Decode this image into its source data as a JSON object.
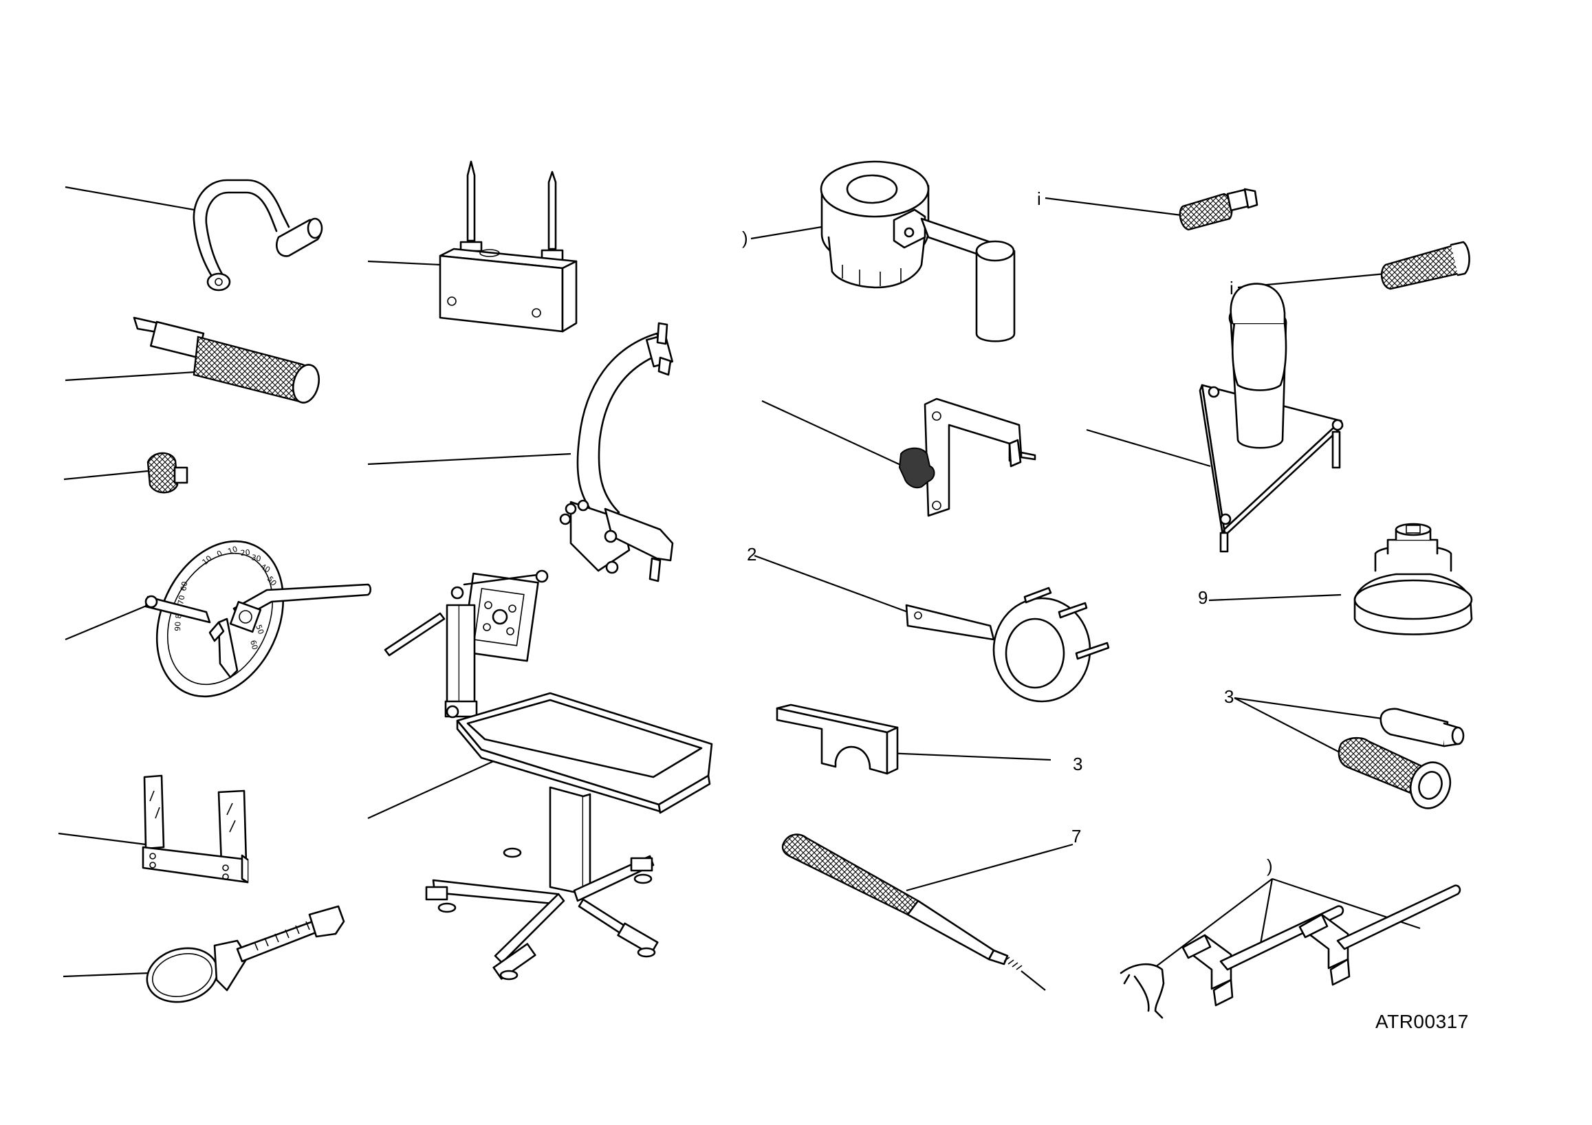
{
  "figure": {
    "code": "ATR00317",
    "callouts": [
      ")",
      "i",
      "i",
      "2",
      "9",
      "3",
      "3",
      "7",
      ")"
    ],
    "dial_labels": [
      "10",
      "0",
      "10",
      "20",
      "30",
      "40",
      "50",
      "60",
      "70",
      "80",
      "90",
      "50",
      "60"
    ]
  }
}
